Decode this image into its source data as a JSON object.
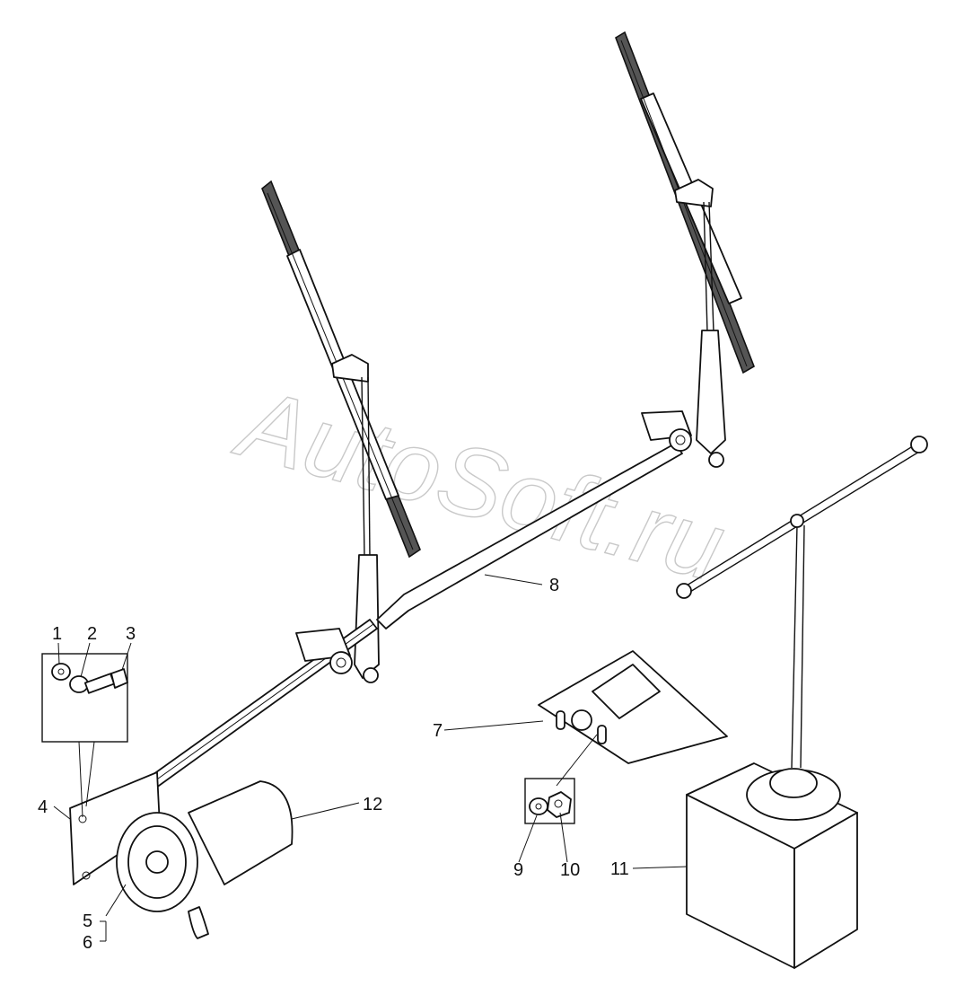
{
  "watermark": "AutoSoft.ru",
  "callouts": [
    "1",
    "2",
    "3",
    "4",
    "5",
    "6",
    "7",
    "8",
    "9",
    "10",
    "11",
    "12"
  ]
}
